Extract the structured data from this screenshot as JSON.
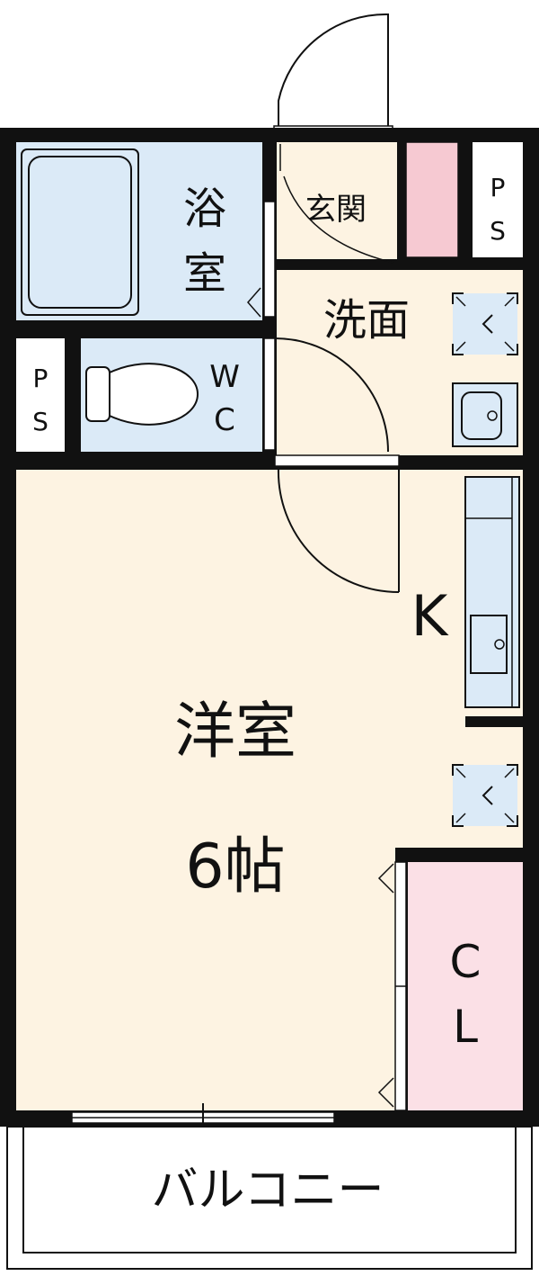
{
  "rooms": {
    "bath": {
      "label_line1": "浴",
      "label_line2": "室"
    },
    "entrance": {
      "label": "玄関"
    },
    "ps_top": {
      "line1": "P",
      "line2": "S"
    },
    "washroom": {
      "label": "洗面"
    },
    "ps_left": {
      "line1": "P",
      "line2": "S"
    },
    "toilet": {
      "line1": "W",
      "line2": "C"
    },
    "kitchen": {
      "label": "K"
    },
    "western_room": {
      "label": "洋室",
      "size": "6帖"
    },
    "closet": {
      "line1": "C",
      "line2": "L"
    },
    "balcony": {
      "label": "バルコニー"
    }
  },
  "colors": {
    "wall": "#111111",
    "floor_room": "#fdf3e2",
    "wet_area": "#dbeaf7",
    "closet": "#fbe0e6",
    "shoe_box": "#f6c9d2",
    "balcony": "#ffffff"
  }
}
